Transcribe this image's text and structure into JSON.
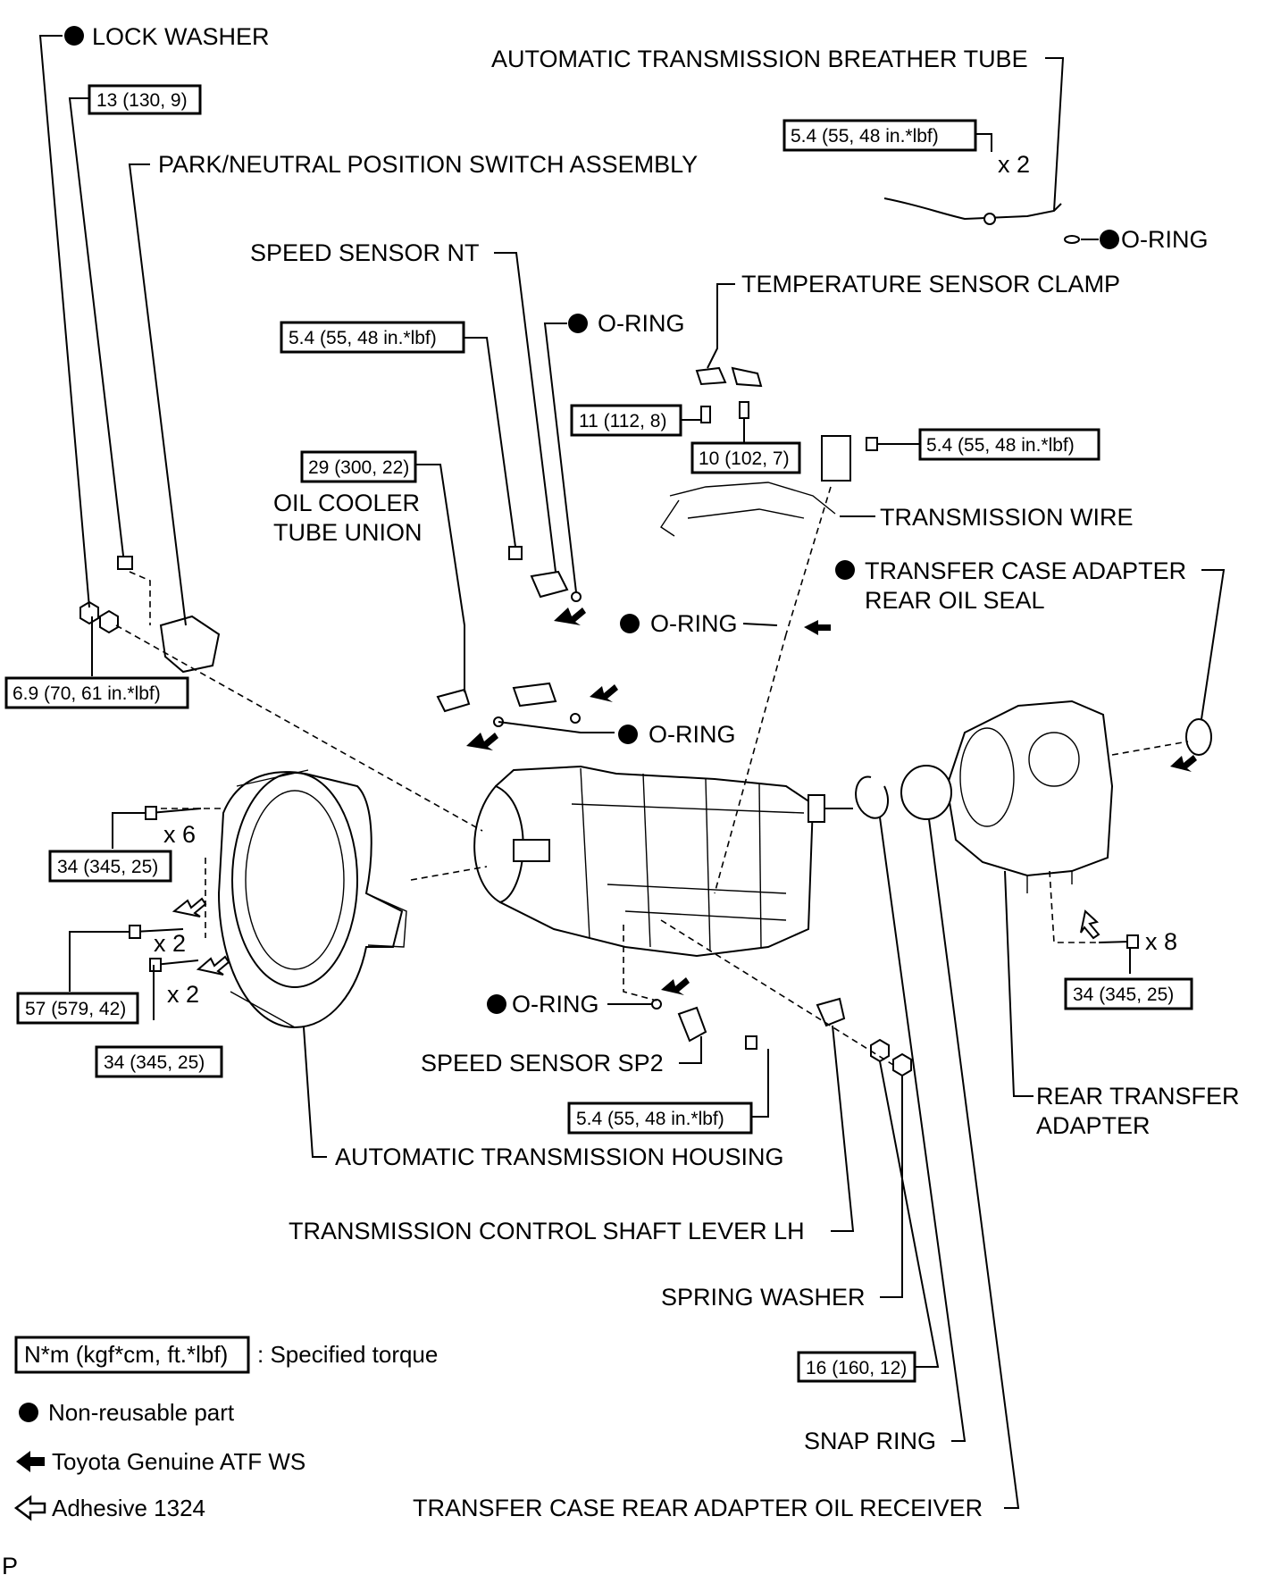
{
  "labels": {
    "lock_washer": "LOCK WASHER",
    "breather_tube": "AUTOMATIC TRANSMISSION BREATHER TUBE",
    "park_neutral": "PARK/NEUTRAL POSITION SWITCH ASSEMBLY",
    "o_ring_breather": "O-RING",
    "speed_sensor_nt": "SPEED SENSOR NT",
    "temp_sensor_clamp": "TEMPERATURE SENSOR CLAMP",
    "o_ring_nt": "O-RING",
    "oil_cooler_1": "OIL COOLER",
    "oil_cooler_2": "TUBE UNION",
    "transmission_wire": "TRANSMISSION WIRE",
    "transfer_seal_1": "TRANSFER CASE ADAPTER",
    "transfer_seal_2": "REAR OIL SEAL",
    "o_ring_wire": "O-RING",
    "o_ring_cooler": "O-RING",
    "o_ring_sp2": "O-RING",
    "speed_sensor_sp2": "SPEED SENSOR SP2",
    "rear_adapter_1": "REAR TRANSFER",
    "rear_adapter_2": "ADAPTER",
    "housing": "AUTOMATIC TRANSMISSION HOUSING",
    "control_lever": "TRANSMISSION CONTROL SHAFT LEVER LH",
    "spring_washer": "SPRING WASHER",
    "snap_ring": "SNAP RING",
    "oil_receiver": "TRANSFER CASE REAR ADAPTER OIL RECEIVER",
    "x2_breather": "x 2",
    "x6": "x 6",
    "x2_a": "x 2",
    "x2_b": "x 2",
    "x8": "x 8",
    "corner_mark": "P"
  },
  "torques": {
    "t13": "13 (130, 9)",
    "t54_breather": "5.4 (55, 48 in.*lbf)",
    "t54_nt": "5.4 (55, 48 in.*lbf)",
    "t11": "11 (112, 8)",
    "t10": "10 (102, 7)",
    "t54_wire": "5.4 (55, 48 in.*lbf)",
    "t29": "29 (300, 22)",
    "t69": "6.9 (70, 61 in.*lbf)",
    "t34_x6": "34 (345, 25)",
    "t57": "57 (579, 42)",
    "t34_x2": "34 (345, 25)",
    "t34_x8": "34 (345, 25)",
    "t54_sp2": "5.4 (55, 48 in.*lbf)",
    "t16": "16 (160, 12)"
  },
  "legend": {
    "torque_box": "N*m (kgf*cm, ft.*lbf)",
    "torque_text": ": Specified torque",
    "non_reusable": "Non-reusable part",
    "atf": "Toyota Genuine ATF WS",
    "adhesive": "Adhesive 1324"
  }
}
